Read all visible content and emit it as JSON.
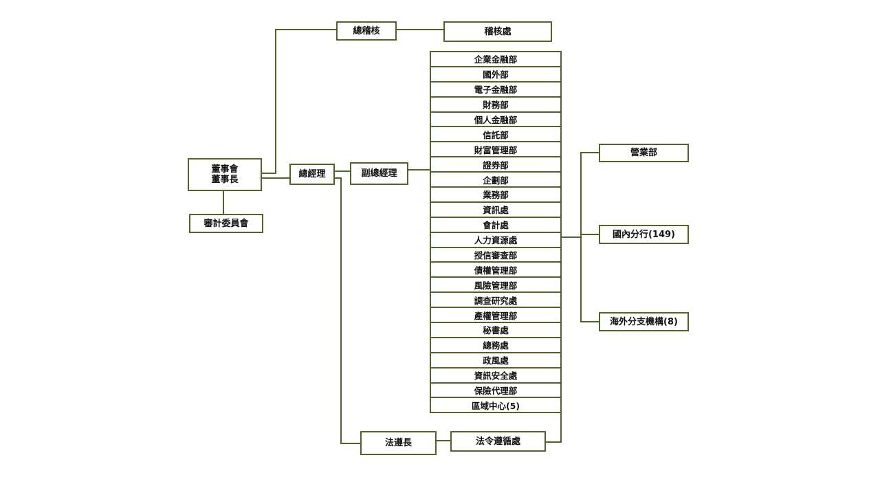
{
  "board": {
    "line1": "董事會",
    "line2": "董事長"
  },
  "audit_committee": "審計委員會",
  "chief_auditor": "總稽核",
  "audit_office": "稽核處",
  "president": "總經理",
  "evp": "副總經理",
  "chief_compliance_officer": "法遵長",
  "compliance_office": "法令遵循處",
  "departments": [
    "企業金融部",
    "國外部",
    "電子金融部",
    "財務部",
    "個人金融部",
    "信託部",
    "財富管理部",
    "證券部",
    "企劃部",
    "業務部",
    "資訊處",
    "會計處",
    "人力資源處",
    "授信審查部",
    "債權管理部",
    "風險管理部",
    "調查研究處",
    "產權管理部",
    "秘書處",
    "總務處",
    "政風處",
    "資訊安全處",
    "保險代理部",
    "區域中心(5)"
  ],
  "branches": [
    "營業部",
    "國內分行(149)",
    "海外分支機構(8)"
  ],
  "colors": {
    "line": "#4f6228"
  }
}
